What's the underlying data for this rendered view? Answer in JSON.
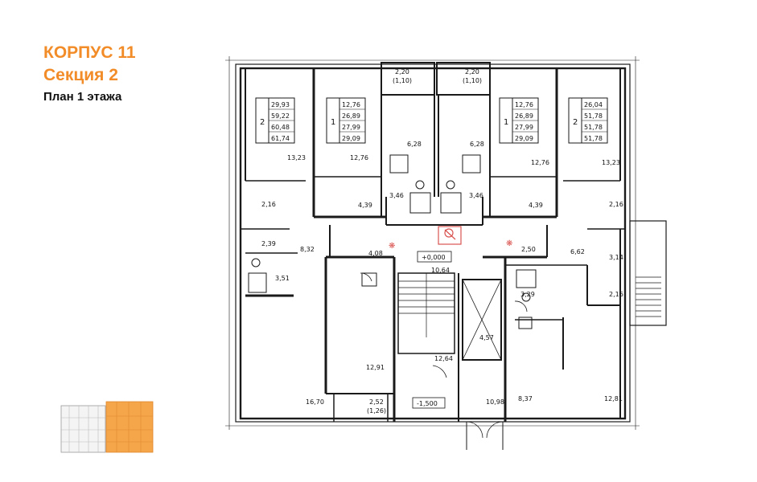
{
  "title": {
    "building": "КОРПУС 11",
    "section": "Секция 2",
    "plan": "План 1 этажа"
  },
  "colors": {
    "accent": "#f28c28",
    "wall": "#1a1a1a",
    "lift_icon": "#d9534f"
  },
  "apartments": [
    {
      "rooms": "2",
      "areas": [
        "29,93",
        "59,22",
        "60,48",
        "61,74"
      ]
    },
    {
      "rooms": "1",
      "areas": [
        "12,76",
        "26,89",
        "27,99",
        "29,09"
      ]
    },
    {
      "rooms": "1",
      "areas": [
        "12,76",
        "26,89",
        "27,99",
        "29,09"
      ]
    },
    {
      "rooms": "2",
      "areas": [
        "26,04",
        "51,78",
        "51,78",
        "51,78"
      ]
    }
  ],
  "room_areas": {
    "balcony_left": "2,20",
    "balcony_left_sub": "(1,10)",
    "balcony_right": "2,20",
    "balcony_right_sub": "(1,10)",
    "a": "13,23",
    "b": "12,76",
    "c": "6,28",
    "d": "6,28",
    "e": "12,76",
    "f": "13,23",
    "g": "2,16",
    "h": "4,39",
    "i": "3,46",
    "j": "3,46",
    "k": "4,39",
    "l": "2,16",
    "m": "2,39",
    "n": "8,32",
    "o": "4,08",
    "p": "2,50",
    "q": "6,62",
    "r": "3,14",
    "s": "3,51",
    "t": "10,64",
    "u": "3,29",
    "v": "2,16",
    "w": "4,57",
    "x": "12,64",
    "y": "12,91",
    "z": "16,70",
    "aa": "10,98",
    "ab": "8,37",
    "ac": "12,81",
    "ad": "2,52",
    "ad_sub": "(1,26)"
  },
  "levels": {
    "floor": "+0,000",
    "lower": "-1,500"
  }
}
